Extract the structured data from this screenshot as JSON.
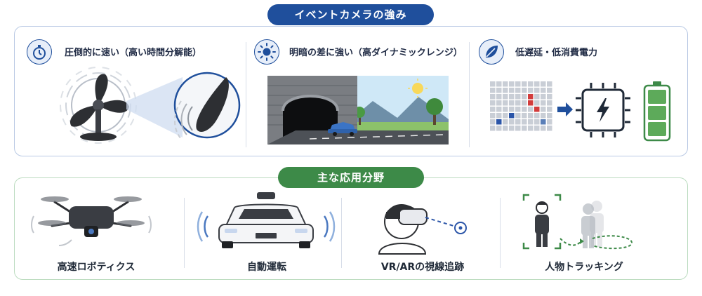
{
  "strengths": {
    "header": "イベントカメラの強み",
    "items": [
      {
        "title": "圧倒的に速い（高い時間分解能）",
        "icon": "stopwatch-icon"
      },
      {
        "title": "明暗の差に強い（高ダイナミックレンジ）",
        "icon": "sun-icon"
      },
      {
        "title": "低遅延・低消費電力",
        "icon": "leaf-icon"
      }
    ]
  },
  "applications": {
    "header": "主な応用分野",
    "items": [
      {
        "label": "高速ロボティクス"
      },
      {
        "label": "自動運転"
      },
      {
        "label": "VR/ARの視線追跡"
      },
      {
        "label": "人物トラッキング"
      }
    ]
  },
  "colors": {
    "strengths_accent": "#1f4f9c",
    "applications_accent": "#3d8a48",
    "event_positive": "#d23b3b",
    "event_negative": "#2b55a8"
  }
}
